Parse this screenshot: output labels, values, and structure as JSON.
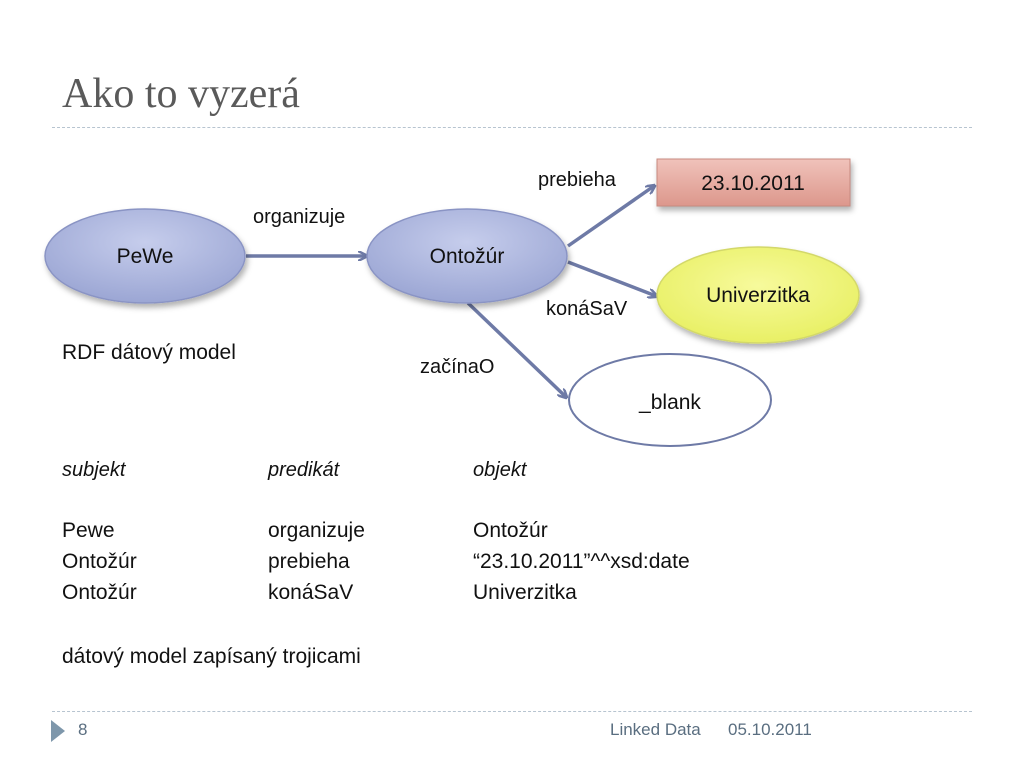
{
  "slide": {
    "title": "Ako to vyzerá",
    "page_number": "8",
    "footer_title": "Linked Data",
    "footer_date": "05.10.2011"
  },
  "diagram": {
    "nodes": {
      "pewe": "PeWe",
      "ontozur": "Ontožúr",
      "date": "23.10.2011",
      "univerzitka": "Univerzitka",
      "blank": "_blank"
    },
    "edges": {
      "organizuje": "organizuje",
      "prebieha": "prebieha",
      "konasav": "konáSaV",
      "zacinao": "začínaO"
    },
    "colors": {
      "subject_fill": "#aab4dc",
      "date_fill": "#e6aba2",
      "univerzitka_fill": "#eef37a",
      "edge_color": "#6e7aa6"
    }
  },
  "content": {
    "model_label": "RDF dátový model",
    "table_headers": [
      "subjekt",
      "predikát",
      "objekt"
    ],
    "triples": [
      [
        "Pewe",
        "organizuje",
        "Ontožúr"
      ],
      [
        "Ontožúr",
        "prebieha",
        "“23.10.2011”^^xsd:date"
      ],
      [
        "Ontožúr",
        "konáSaV",
        "Univerzitka"
      ]
    ],
    "caption": "dátový model zapísaný trojicami"
  }
}
